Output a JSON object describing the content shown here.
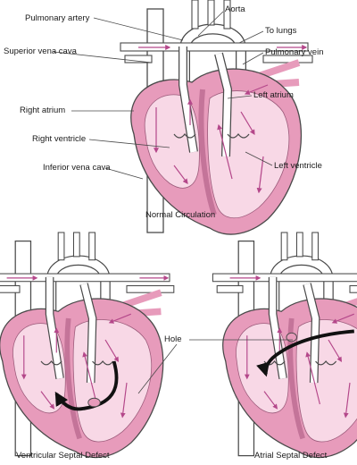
{
  "figure": {
    "labels": {
      "pulmonary_artery": "Pulmonary artery",
      "aorta": "Aorta",
      "to_lungs": "To lungs",
      "superior_vena_cava": "Superior vena cava",
      "pulmonary_vein": "Pulmonary vein",
      "left_atrium": "Left atrium",
      "right_atrium": "Right atrium",
      "right_ventricle": "Right ventricle",
      "left_ventricle": "Left ventricle",
      "inferior_vena_cava": "Inferior vena cava",
      "hole": "Hole"
    },
    "captions": {
      "normal": "Normal Circulation",
      "vsd": "Ventricular Septal Defect",
      "asd": "Atrial Septal Defect"
    },
    "colors": {
      "heart_outer": "#e79bbb",
      "heart_inner": "#f8d8e6",
      "vessel_fill": "#ffffff",
      "outline": "#4a4a4a",
      "arrow": "#b4478a",
      "defect_arrow": "#111111"
    }
  }
}
